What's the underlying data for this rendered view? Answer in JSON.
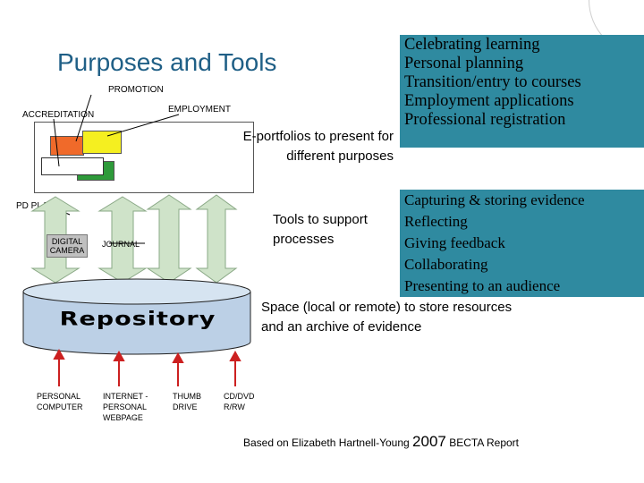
{
  "title": "Purposes and Tools",
  "labels": {
    "promotion": "PROMOTION",
    "employment": "EMPLOYMENT",
    "accreditation": "ACCREDITATION",
    "pd_plan": "PD PLAN",
    "digital_camera_1": "DIGITAL",
    "digital_camera_2": "CAMERA",
    "journal": "JOURNAL",
    "repository": "Repository"
  },
  "purposes": {
    "caption_1": "E-portfolios to present for",
    "caption_2": "different purposes",
    "items": [
      "Celebrating learning",
      "Personal planning",
      "Transition/entry to courses",
      "Employment applications",
      "Professional registration"
    ]
  },
  "processes": {
    "caption_1": "Tools to support",
    "caption_2": "processes",
    "items": [
      "Capturing & storing evidence",
      "Reflecting",
      "Giving feedback",
      "Collaborating",
      "Presenting to an audience"
    ]
  },
  "space": {
    "line_1": "Space (local or remote) to store resources",
    "line_2": "and an archive of evidence"
  },
  "devices": [
    {
      "line_1": "PERSONAL",
      "line_2": "COMPUTER",
      "line_3": ""
    },
    {
      "line_1": "INTERNET -",
      "line_2": "PERSONAL",
      "line_3": "WEBPAGE"
    },
    {
      "line_1": "THUMB",
      "line_2": "DRIVE",
      "line_3": ""
    },
    {
      "line_1": "CD/DVD",
      "line_2": "R/RW",
      "line_3": ""
    }
  ],
  "credit": {
    "prefix": "Based on Elizabeth Hartnell-Young",
    "year": "2007",
    "suffix": "BECTA Report"
  },
  "colors": {
    "title": "#1f5f86",
    "teal_box": "#2f8aa0",
    "arrow_fill": "#cfe3c9",
    "cylinder_fill": "#bcd0e6",
    "red_arrow": "#cc2020"
  }
}
